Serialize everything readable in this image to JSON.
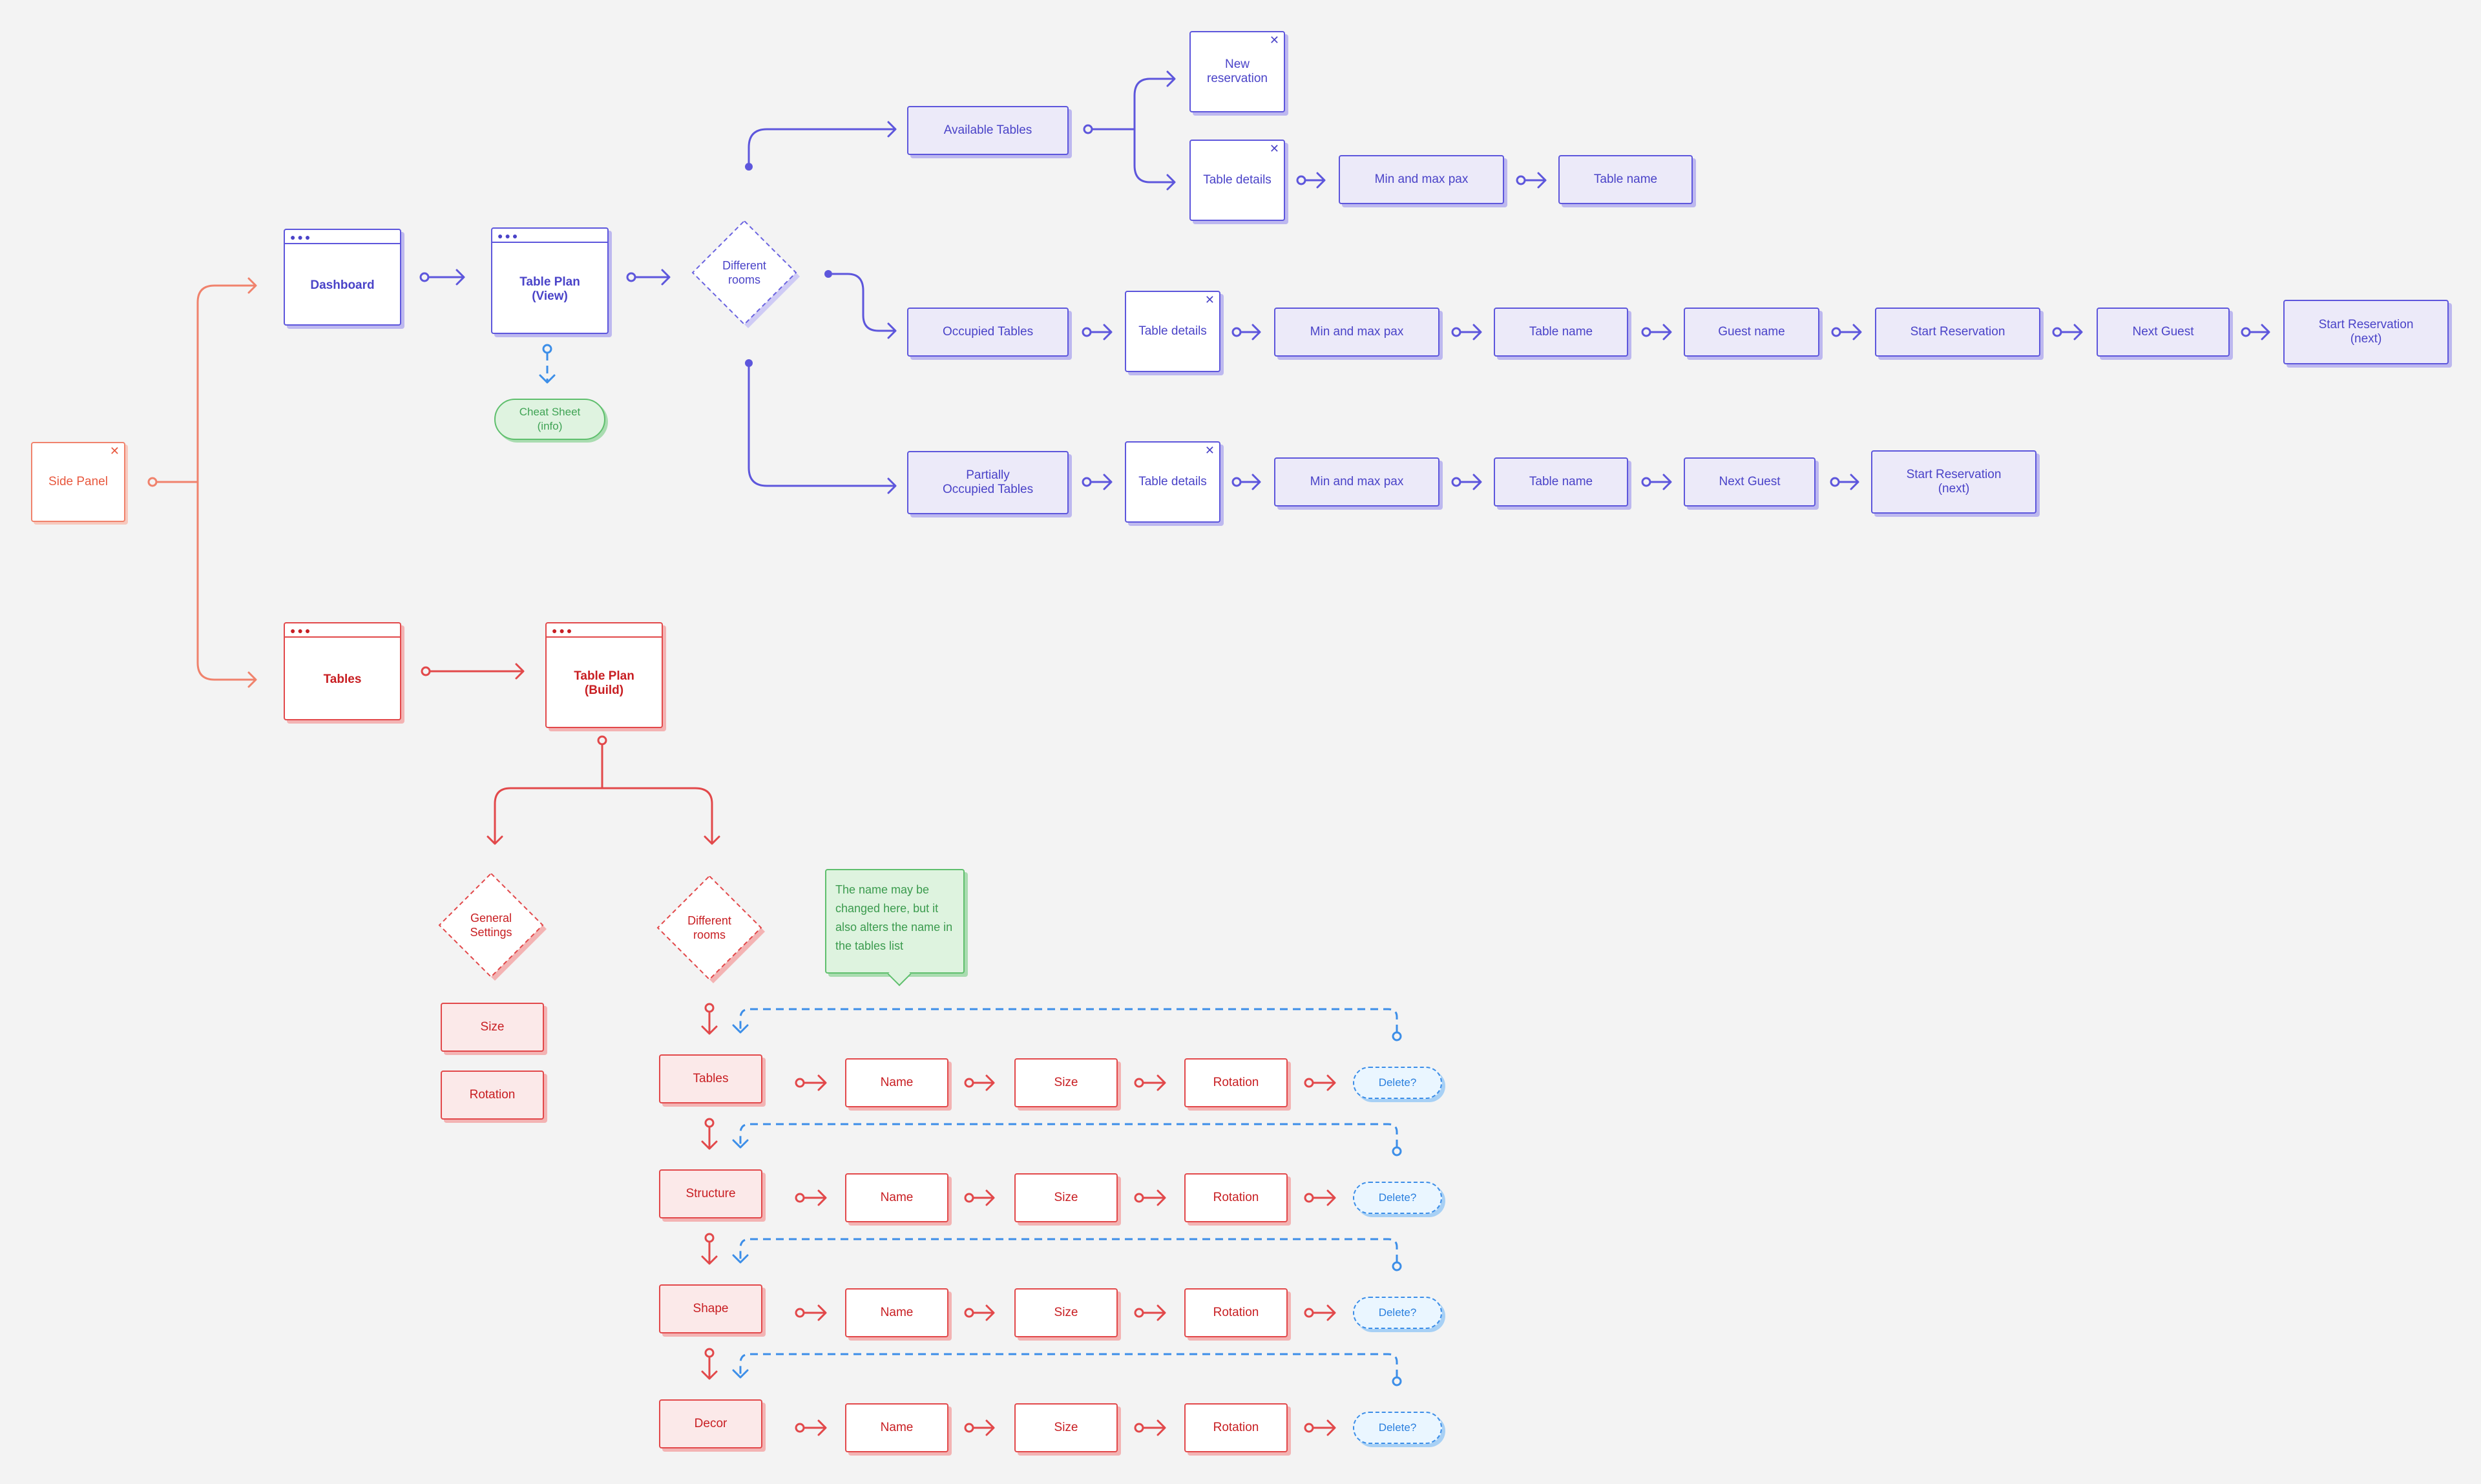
{
  "colors": {
    "blue": "#5d56dc",
    "red": "#e2484a",
    "orange": "#f0826c",
    "green": "#5fbf6d",
    "dashed_blue": "#3c8ee8",
    "background": "#f3f3f3"
  },
  "side_panel": {
    "label": "Side Panel"
  },
  "dashboard": {
    "label": "Dashboard"
  },
  "table_plan_view": {
    "label": "Table Plan\n(View)"
  },
  "cheat_sheet": {
    "label": "Cheat Sheet\n(info)"
  },
  "different_rooms_view": {
    "label": "Different\nrooms"
  },
  "available": {
    "label": "Available Tables",
    "new_reservation": "New\nreservation",
    "table_details": "Table details",
    "min_max_pax": "Min and max pax",
    "table_name": "Table name"
  },
  "occupied": {
    "label": "Occupied Tables",
    "table_details": "Table details",
    "min_max_pax": "Min and max pax",
    "table_name": "Table name",
    "guest_name": "Guest name",
    "start_reservation": "Start Reservation",
    "next_guest": "Next Guest",
    "start_reservation_next": "Start Reservation\n(next)"
  },
  "partial": {
    "label": "Partially\nOccupied Tables",
    "table_details": "Table details",
    "min_max_pax": "Min and max pax",
    "table_name": "Table name",
    "next_guest": "Next Guest",
    "start_reservation_next": "Start Reservation\n(next)"
  },
  "tables": {
    "label": "Tables"
  },
  "table_plan_build": {
    "label": "Table Plan\n(Build)"
  },
  "general_settings": {
    "label": "General\nSettings",
    "size": "Size",
    "rotation": "Rotation"
  },
  "different_rooms_build": {
    "label": "Different\nrooms"
  },
  "note": {
    "text": "The name may be changed here, but it also alters the name in the tables list"
  },
  "build_rows": [
    {
      "label": "Tables",
      "name": "Name",
      "size": "Size",
      "rotation": "Rotation",
      "delete": "Delete?"
    },
    {
      "label": "Structure",
      "name": "Name",
      "size": "Size",
      "rotation": "Rotation",
      "delete": "Delete?"
    },
    {
      "label": "Shape",
      "name": "Name",
      "size": "Size",
      "rotation": "Rotation",
      "delete": "Delete?"
    },
    {
      "label": "Decor",
      "name": "Name",
      "size": "Size",
      "rotation": "Rotation",
      "delete": "Delete?"
    }
  ]
}
